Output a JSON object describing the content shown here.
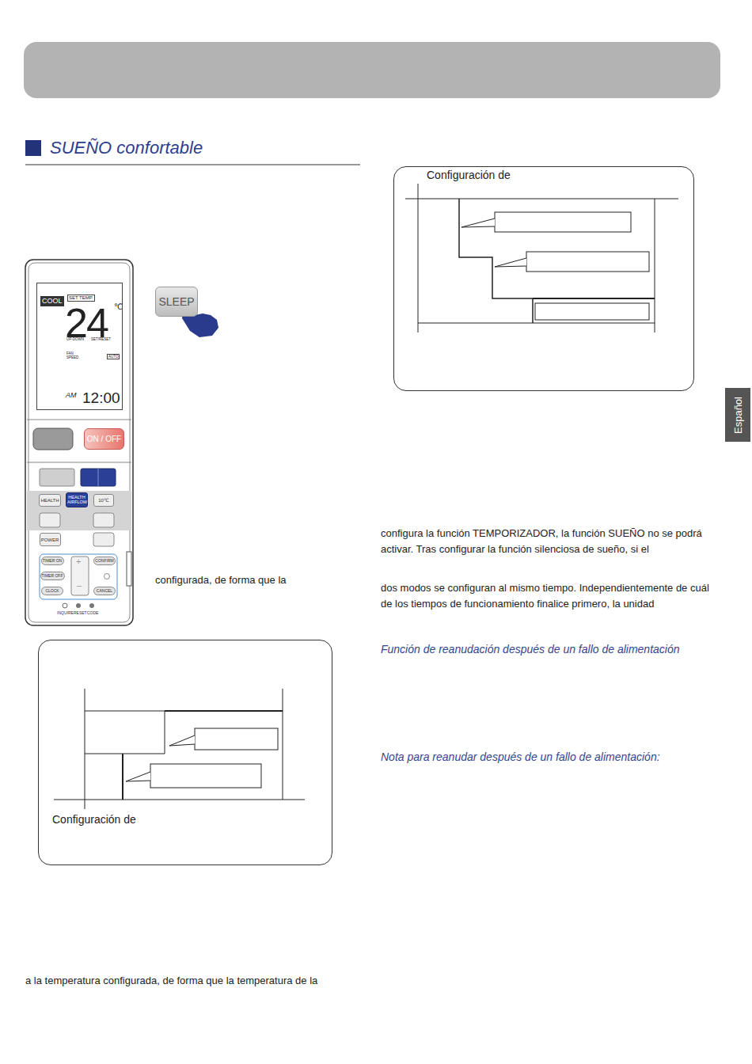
{
  "diagram": {
    "title": "SUEÑO confortable",
    "nodes": [
      {
        "text": [
          "COOL",
          "SET TEMP.",
          "24",
          "℃",
          "UP-DOWN",
          "SET/RESET",
          "FAN SPEED",
          "AUTO",
          "AM",
          "12:00"
        ]
      },
      {
        "text": [
          "ON / OFF"
        ]
      },
      {
        "text": [
          "HEALTH"
        ]
      },
      {
        "text": [
          "HEALTH AIRFLOW"
        ]
      },
      {
        "text": [
          "10℃"
        ]
      },
      {
        "text": [
          "POWER"
        ]
      },
      {
        "text": [
          "TIMER ON"
        ]
      },
      {
        "text": [
          "TIMER OFF"
        ]
      },
      {
        "text": [
          "CLOCK"
        ]
      },
      {
        "text": [
          "CONFIRM"
        ]
      },
      {
        "text": [
          "CANCEL"
        ]
      },
      {
        "text": [
          "SLEEP"
        ]
      },
      {
        "text": [
          "Configuración de"
        ]
      },
      {
        "text": [
          "Configuración de"
        ]
      },
      {
        "text": [
          "Español"
        ]
      }
    ],
    "labels": [
      "+",
      "–",
      "INQUIRE",
      "RESET",
      "CODE",
      "configurada, de forma que la",
      "configura la función TEMPORIZADOR, la función SUEÑO no se podrá activar. Tras configurar la función silenciosa de sueño, si el",
      "dos modos se configuran al mismo tiempo. Independientemente de cuál de los tiempos de funcionamiento finalice primero, la unidad",
      "Función de reanudación después de un fallo de alimentación",
      "Nota para reanudar después de un fallo de alimentación:",
      "a la temperatura configurada, de forma que la temperatura de la"
    ]
  }
}
